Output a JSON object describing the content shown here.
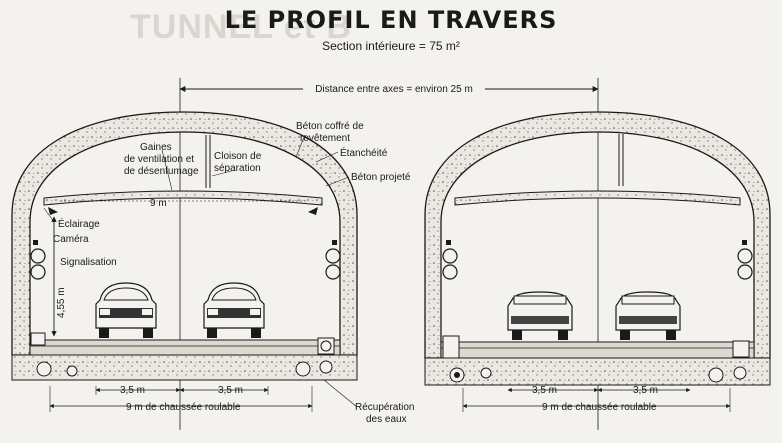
{
  "background_watermark": "TUNNEL et B",
  "title": "LE PROFIL EN TRAVERS",
  "subtitle": "Section intérieure = 75 m²",
  "distance_axes": "Distance entre axes = environ 25 m",
  "labels": {
    "gaines_1": "Gaines",
    "gaines_2": "de ventilation et",
    "gaines_3": "de désenfumage",
    "cloison_1": "Cloison de",
    "cloison_2": "séparation",
    "beton_coffre_1": "Béton coffré de",
    "beton_coffre_2": "revêtement",
    "etancheite": "Étanchéité",
    "beton_projete": "Béton projeté",
    "width_9m": "9  m",
    "eclairage": "Éclairage",
    "camera": "Caméra",
    "signalisation": "Signalisation",
    "height": "4,55 m",
    "lane_left_1": "3,5 m",
    "lane_left_2": "3,5 m",
    "lane_right_1": "3,5 m",
    "lane_right_2": "3,5 m",
    "chaussee_left": "9  m de chaussée roulable",
    "chaussee_right": "9  m de chaussée roulable",
    "recuperation_1": "Récupération",
    "recuperation_2": "des eaux"
  },
  "colors": {
    "background": "#f4f2ee",
    "ink": "#1a1a1a",
    "concrete": "#e9e6df"
  }
}
